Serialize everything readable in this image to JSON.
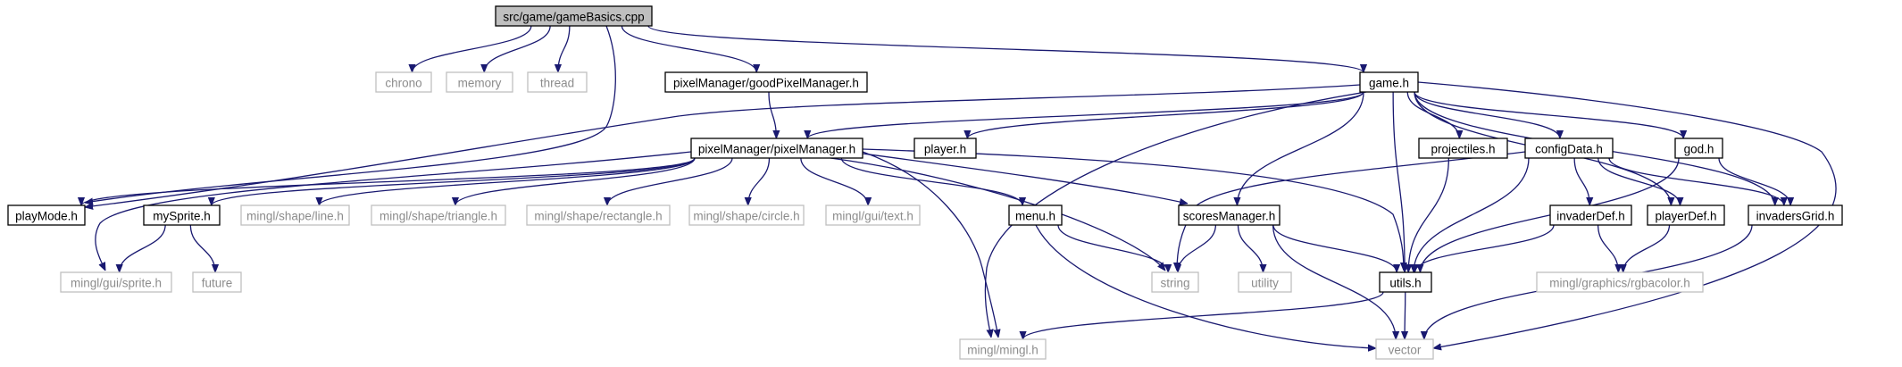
{
  "graph": {
    "colors": {
      "edge": "#191970",
      "node_border": "#000000",
      "system_border": "#bfbfbf",
      "root_fill": "#bfbfbf",
      "node_fill": "#ffffff",
      "system_text": "#8c8c8c",
      "node_text": "#000000"
    },
    "nodes": [
      {
        "id": "root",
        "label": "src/game/gameBasics.cpp",
        "style": "root"
      },
      {
        "id": "chrono",
        "label": "chrono",
        "style": "system"
      },
      {
        "id": "memory",
        "label": "memory",
        "style": "system"
      },
      {
        "id": "thread",
        "label": "thread",
        "style": "system"
      },
      {
        "id": "goodpm",
        "label": "pixelManager/goodPixelManager.h",
        "style": "header"
      },
      {
        "id": "game",
        "label": "game.h",
        "style": "header"
      },
      {
        "id": "pm",
        "label": "pixelManager/pixelManager.h",
        "style": "header"
      },
      {
        "id": "player",
        "label": "player.h",
        "style": "header"
      },
      {
        "id": "projectiles",
        "label": "projectiles.h",
        "style": "header"
      },
      {
        "id": "configData",
        "label": "configData.h",
        "style": "header"
      },
      {
        "id": "god",
        "label": "god.h",
        "style": "header"
      },
      {
        "id": "playMode",
        "label": "playMode.h",
        "style": "header"
      },
      {
        "id": "mySprite",
        "label": "mySprite.h",
        "style": "header"
      },
      {
        "id": "line",
        "label": "mingl/shape/line.h",
        "style": "system"
      },
      {
        "id": "triangle",
        "label": "mingl/shape/triangle.h",
        "style": "system"
      },
      {
        "id": "rectangle",
        "label": "mingl/shape/rectangle.h",
        "style": "system"
      },
      {
        "id": "circle",
        "label": "mingl/shape/circle.h",
        "style": "system"
      },
      {
        "id": "text",
        "label": "mingl/gui/text.h",
        "style": "system"
      },
      {
        "id": "menu",
        "label": "menu.h",
        "style": "header"
      },
      {
        "id": "scoresManager",
        "label": "scoresManager.h",
        "style": "header"
      },
      {
        "id": "invaderDef",
        "label": "invaderDef.h",
        "style": "header"
      },
      {
        "id": "playerDef",
        "label": "playerDef.h",
        "style": "header"
      },
      {
        "id": "invadersGrid",
        "label": "invadersGrid.h",
        "style": "header"
      },
      {
        "id": "sprite",
        "label": "mingl/gui/sprite.h",
        "style": "system"
      },
      {
        "id": "future",
        "label": "future",
        "style": "system"
      },
      {
        "id": "string",
        "label": "string",
        "style": "system"
      },
      {
        "id": "utility",
        "label": "utility",
        "style": "system"
      },
      {
        "id": "utils",
        "label": "utils.h",
        "style": "header"
      },
      {
        "id": "rgbacolor",
        "label": "mingl/graphics/rgbacolor.h",
        "style": "system"
      },
      {
        "id": "mingl",
        "label": "mingl/mingl.h",
        "style": "system"
      },
      {
        "id": "vector",
        "label": "vector",
        "style": "system"
      }
    ],
    "edges": [
      {
        "from": "root",
        "to": "chrono"
      },
      {
        "from": "root",
        "to": "memory"
      },
      {
        "from": "root",
        "to": "thread"
      },
      {
        "from": "root",
        "to": "goodpm"
      },
      {
        "from": "root",
        "to": "game"
      },
      {
        "from": "root",
        "to": "playMode"
      },
      {
        "from": "goodpm",
        "to": "pm"
      },
      {
        "from": "game",
        "to": "pm"
      },
      {
        "from": "game",
        "to": "player"
      },
      {
        "from": "game",
        "to": "projectiles"
      },
      {
        "from": "game",
        "to": "configData"
      },
      {
        "from": "game",
        "to": "god"
      },
      {
        "from": "game",
        "to": "invadersGrid"
      },
      {
        "from": "game",
        "to": "playerDef"
      },
      {
        "from": "game",
        "to": "scoresManager"
      },
      {
        "from": "game",
        "to": "utils"
      },
      {
        "from": "game",
        "to": "mingl"
      },
      {
        "from": "game",
        "to": "vector"
      },
      {
        "from": "game",
        "to": "playMode"
      },
      {
        "from": "pm",
        "to": "playMode"
      },
      {
        "from": "pm",
        "to": "mySprite"
      },
      {
        "from": "pm",
        "to": "sprite"
      },
      {
        "from": "pm",
        "to": "line"
      },
      {
        "from": "pm",
        "to": "triangle"
      },
      {
        "from": "pm",
        "to": "rectangle"
      },
      {
        "from": "pm",
        "to": "circle"
      },
      {
        "from": "pm",
        "to": "text"
      },
      {
        "from": "pm",
        "to": "menu"
      },
      {
        "from": "pm",
        "to": "scoresManager"
      },
      {
        "from": "pm",
        "to": "utils"
      },
      {
        "from": "pm",
        "to": "string"
      },
      {
        "from": "pm",
        "to": "mingl"
      },
      {
        "from": "mySprite",
        "to": "sprite"
      },
      {
        "from": "mySprite",
        "to": "future"
      },
      {
        "from": "menu",
        "to": "string"
      },
      {
        "from": "menu",
        "to": "vector"
      },
      {
        "from": "scoresManager",
        "to": "string"
      },
      {
        "from": "scoresManager",
        "to": "utility"
      },
      {
        "from": "scoresManager",
        "to": "utils"
      },
      {
        "from": "scoresManager",
        "to": "vector"
      },
      {
        "from": "projectiles",
        "to": "utils"
      },
      {
        "from": "configData",
        "to": "string"
      },
      {
        "from": "configData",
        "to": "utils"
      },
      {
        "from": "configData",
        "to": "invaderDef"
      },
      {
        "from": "configData",
        "to": "playerDef"
      },
      {
        "from": "configData",
        "to": "invadersGrid"
      },
      {
        "from": "god",
        "to": "utils"
      },
      {
        "from": "god",
        "to": "invadersGrid"
      },
      {
        "from": "invaderDef",
        "to": "utils"
      },
      {
        "from": "invaderDef",
        "to": "rgbacolor"
      },
      {
        "from": "playerDef",
        "to": "rgbacolor"
      },
      {
        "from": "invadersGrid",
        "to": "vector"
      },
      {
        "from": "utils",
        "to": "mingl"
      },
      {
        "from": "utils",
        "to": "vector"
      }
    ]
  }
}
